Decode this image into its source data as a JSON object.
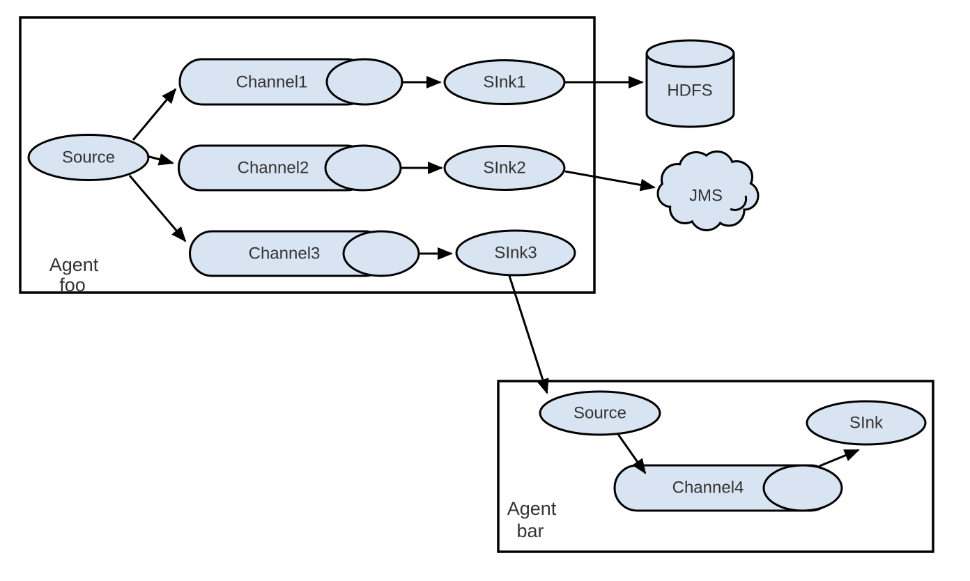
{
  "agents": {
    "foo": {
      "label_line1": "Agent",
      "label_line2": "foo"
    },
    "bar": {
      "label_line1": "Agent",
      "label_line2": "bar"
    }
  },
  "nodes": {
    "foo_source": {
      "label": "Source",
      "type": "source"
    },
    "channel1": {
      "label": "Channel1",
      "type": "channel"
    },
    "channel2": {
      "label": "Channel2",
      "type": "channel"
    },
    "channel3": {
      "label": "Channel3",
      "type": "channel"
    },
    "sink1": {
      "label": "SInk1",
      "type": "sink"
    },
    "sink2": {
      "label": "SInk2",
      "type": "sink"
    },
    "sink3": {
      "label": "SInk3",
      "type": "sink"
    },
    "hdfs": {
      "label": "HDFS",
      "type": "datastore-cylinder"
    },
    "jms": {
      "label": "JMS",
      "type": "cloud"
    },
    "bar_source": {
      "label": "Source",
      "type": "source"
    },
    "channel4": {
      "label": "Channel4",
      "type": "channel"
    },
    "bar_sink": {
      "label": "SInk",
      "type": "sink"
    }
  },
  "edges": [
    {
      "from": "foo_source",
      "to": "channel1"
    },
    {
      "from": "foo_source",
      "to": "channel2"
    },
    {
      "from": "foo_source",
      "to": "channel3"
    },
    {
      "from": "channel1",
      "to": "sink1"
    },
    {
      "from": "channel2",
      "to": "sink2"
    },
    {
      "from": "channel3",
      "to": "sink3"
    },
    {
      "from": "sink1",
      "to": "hdfs"
    },
    {
      "from": "sink2",
      "to": "jms"
    },
    {
      "from": "sink3",
      "to": "bar_source"
    },
    {
      "from": "bar_source",
      "to": "channel4"
    },
    {
      "from": "channel4",
      "to": "bar_sink"
    }
  ],
  "colors": {
    "node_fill": "#d8e4f2",
    "node_stroke": "#000000",
    "edge_stroke": "#000000",
    "label_text": "#333333",
    "agent_box_stroke": "#000000",
    "canvas_background": "#ffffff"
  }
}
